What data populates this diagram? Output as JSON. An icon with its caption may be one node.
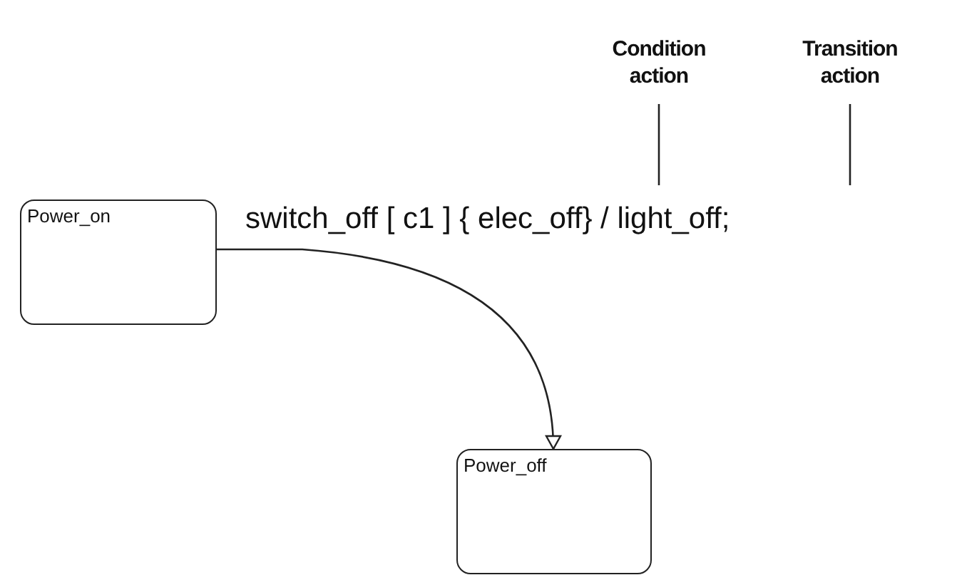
{
  "diagram": {
    "nodes": [
      {
        "text": [
          "Power_on"
        ]
      },
      {
        "text": [
          "Power_off"
        ]
      },
      {
        "text": [
          "Condition action"
        ]
      },
      {
        "text": [
          "Transition action"
        ]
      }
    ],
    "edges": [
      {
        "from": 0,
        "to": 1,
        "arrow": "to",
        "label": "switch_off [ c1 ] { elec_off} / light_off;"
      },
      {
        "from": 2,
        "to": null,
        "arrow": "none"
      },
      {
        "from": 3,
        "to": null,
        "arrow": "none"
      }
    ]
  }
}
